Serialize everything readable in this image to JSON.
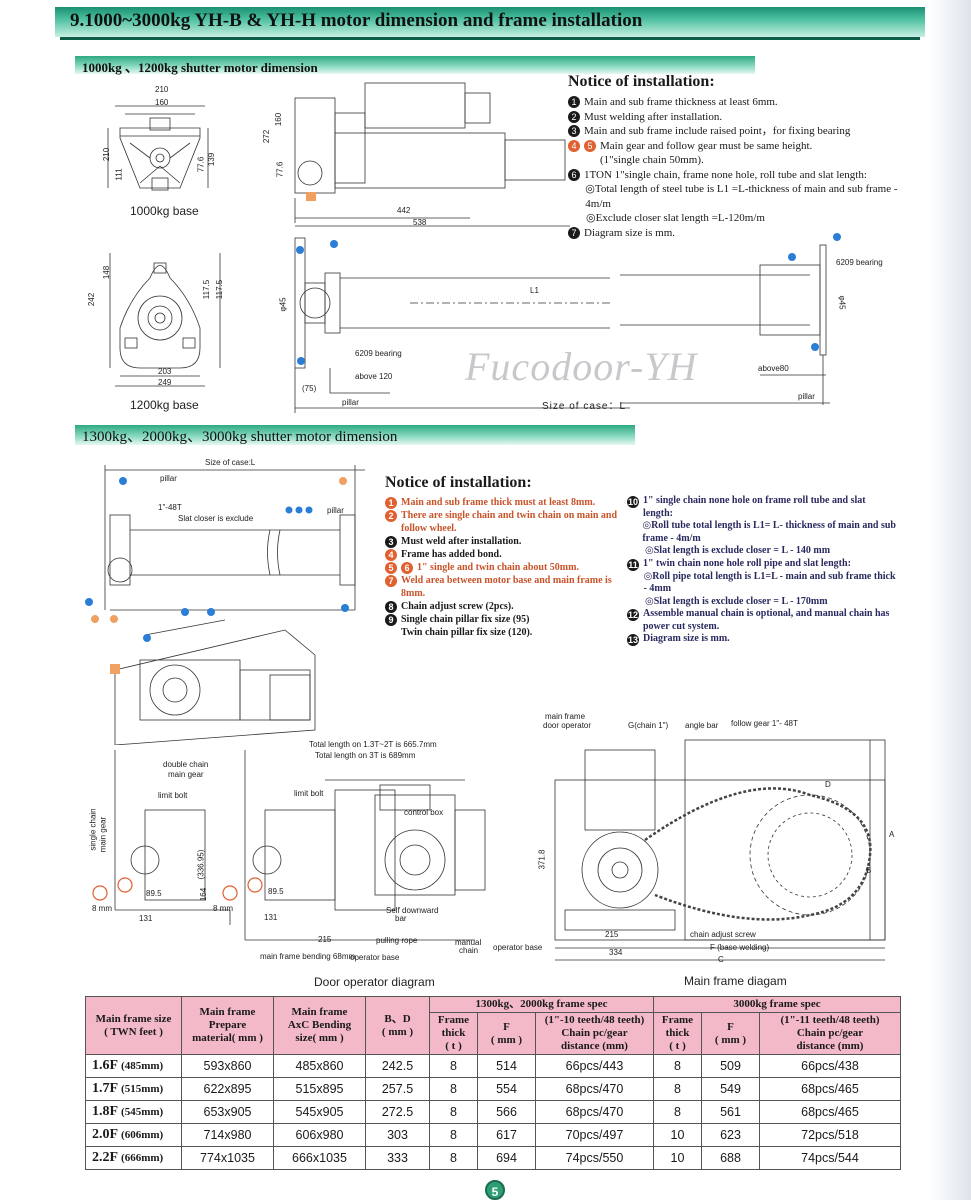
{
  "header": {
    "title": "9.1000~3000kg YH-B & YH-H motor dimension and frame installation"
  },
  "section1": {
    "title": "1000kg 、1200kg shutter motor dimension",
    "base1_label": "1000kg base",
    "base2_label": "1200kg base",
    "notice_title": "Notice of installation:",
    "notices": [
      {
        "num": "1",
        "text": "Main and sub frame thickness at least 6mm."
      },
      {
        "num": "2",
        "text": "Must welding after installation."
      },
      {
        "num": "3",
        "text": "Main and sub frame  include raised point，for fixing bearing"
      },
      {
        "num": "4 5",
        "text": "Main gear and follow gear must be same  height.\n(1\"single chain 50mm)."
      },
      {
        "num": "6",
        "text": "1TON 1\"single chain, frame none hole, roll tube and slat length:"
      },
      {
        "num": "",
        "text": "◎Total  length of steel tube is L1 =L-thickness of main and sub frame - 4m/m"
      },
      {
        "num": "",
        "text": "◎Exclude closer slat length =L-120m/m"
      },
      {
        "num": "7",
        "text": "Diagram size is mm."
      }
    ],
    "dims": {
      "d210": "210",
      "d160": "160",
      "d272": "272",
      "d160v": "160",
      "d210v": "210",
      "d111": "111",
      "d776": "77.6",
      "d139": "139",
      "d442": "442",
      "d538": "538",
      "d776b": "77.6",
      "d148": "148",
      "d242": "242",
      "d1175a": "117.5",
      "d1175b": "117.5",
      "d203": "203",
      "d249": "249",
      "phi45": "φ45",
      "phi45b": "φ45",
      "L1": "L1",
      "bearing1": "6209 bearing",
      "bearing2": "6209 bearing",
      "above120": "above 120",
      "above80": "above80",
      "d75": "(75)",
      "pillar1": "pillar",
      "pillar2": "pillar",
      "size_case": "Size of case：L"
    },
    "watermark": "Fucodoor-YH"
  },
  "section2": {
    "title": "1300kg、2000kg、3000kg shutter motor dimension",
    "notice_title": "Notice of installation:",
    "notices_left": [
      {
        "num": "1",
        "orange": true,
        "text": "Main and sub frame thick must at least 8mm."
      },
      {
        "num": "2",
        "orange": true,
        "text": "There are single chain and twin chain on main and follow wheel."
      },
      {
        "num": "3",
        "orange": false,
        "text": "Must weld after installation."
      },
      {
        "num": "4",
        "orange": false,
        "text": "Frame has added bond."
      },
      {
        "num": "5 6",
        "orange": true,
        "text": "1\" single and twin chain about 50mm."
      },
      {
        "num": "7",
        "orange": true,
        "text": "Weld area between motor base and main frame is 8mm."
      },
      {
        "num": "8",
        "orange": false,
        "text": "Chain adjust screw (2pcs)."
      },
      {
        "num": "9",
        "orange": false,
        "text": "Single chain pillar  fix size  (95)\nTwin chain pillar  fix size  (120)."
      }
    ],
    "notices_right": [
      {
        "num": "10",
        "text": "1\" single chain none hole on frame roll tube and slat length:"
      },
      {
        "num": "",
        "text": "◎Roll tube total length is L1= L- thickness  of main and sub frame - 4m/m"
      },
      {
        "num": "",
        "text": "◎Slat length is exclude closer = L - 140 mm"
      },
      {
        "num": "11",
        "text": "1\" twin chain none hole roll pipe and slat length:"
      },
      {
        "num": "",
        "text": "◎Roll pipe total length is L1=L - main and sub frame thick - 4mm"
      },
      {
        "num": "",
        "text": "◎Slat length is exclude closer = L - 170mm"
      },
      {
        "num": "12",
        "text": "Assemble manual chain is optional, and manual chain has power cut system."
      },
      {
        "num": "13",
        "text": "Diagram size is mm."
      }
    ],
    "labels": {
      "size_case": "Size of case:L",
      "pillar_a": "pillar",
      "pillar_b": "pillar",
      "t48": "1\"-48T",
      "slat_closer": "Slat closer is exclude",
      "total_len1": "Total length on 1.3T~2T is 665.7mm",
      "total_len2": "Total length on 3T is 689mm",
      "double_chain": "double chain",
      "main_gear": "main gear",
      "limit_bolt1": "limit bolt",
      "limit_bolt2": "limit bolt",
      "single_chain": "single chain",
      "main_gear2": "main gear",
      "control_box": "control box",
      "d895a": "89.5",
      "d895b": "89.5",
      "d131a": "131",
      "d131b": "131",
      "d8mm_a": "8 mm",
      "d8mm_b": "8 mm",
      "d164": "164",
      "d33695": "(336.95)",
      "d215": "215",
      "self_down": "Self downward",
      "bar": "bar",
      "pulling_rope": "pulling rope",
      "manual": "manual",
      "chain": "chain",
      "operator_base1": "operator base",
      "bending": "main frame bending 68mm",
      "operator_base2": "operator base",
      "mf_door_op1": "main frame",
      "mf_door_op2": "door operator",
      "g_chain": "G(chain 1\")",
      "angle_bar": "angle bar",
      "follow_gear": "follow gear 1\"- 48T",
      "d3718": "371.8",
      "dD": "D",
      "dA": "A",
      "dB": "B",
      "d215b": "215",
      "d334": "334",
      "chain_adjust": "chain adjust screw",
      "f_base": "F (base welding)",
      "dC": "C"
    },
    "caption_left": "Door operator diagram",
    "caption_right": "Main frame diagam"
  },
  "table": {
    "headers": {
      "size": "Main frame size\n( TWN feet )",
      "prepare": "Main frame\nPrepare\nmaterial( mm )",
      "axc": "Main frame\nAxC Bending\nsize( mm )",
      "bd": "B、D\n( mm )",
      "spec1300": "1300kg、2000kg frame spec",
      "spec3000": "3000kg frame spec",
      "thick": "Frame\nthick\n( t )",
      "f": "F\n( mm )",
      "chain10": "(1\"-10 teeth/48 teeth)\nChain pc/gear\ndistance (mm)",
      "thick2": "Frame\nthick\n( t )",
      "f2": "F\n( mm )",
      "chain11": "(1\"-11 teeth/48 teeth)\nChain pc/gear\ndistance (mm)"
    },
    "rows": [
      {
        "size": "1.6F",
        "mm": "(485mm)",
        "prepare": "593x860",
        "axc": "485x860",
        "bd": "242.5",
        "t1": "8",
        "f1": "514",
        "c1": "66pcs/443",
        "t2": "8",
        "f2": "509",
        "c2": "66pcs/438"
      },
      {
        "size": "1.7F",
        "mm": "(515mm)",
        "prepare": "622x895",
        "axc": "515x895",
        "bd": "257.5",
        "t1": "8",
        "f1": "554",
        "c1": "68pcs/470",
        "t2": "8",
        "f2": "549",
        "c2": "68pcs/465"
      },
      {
        "size": "1.8F",
        "mm": "(545mm)",
        "prepare": "653x905",
        "axc": "545x905",
        "bd": "272.5",
        "t1": "8",
        "f1": "566",
        "c1": "68pcs/470",
        "t2": "8",
        "f2": "561",
        "c2": "68pcs/465"
      },
      {
        "size": "2.0F",
        "mm": "(606mm)",
        "prepare": "714x980",
        "axc": "606x980",
        "bd": "303",
        "t1": "8",
        "f1": "617",
        "c1": "70pcs/497",
        "t2": "10",
        "f2": "623",
        "c2": "72pcs/518"
      },
      {
        "size": "2.2F",
        "mm": "(666mm)",
        "prepare": "774x1035",
        "axc": "666x1035",
        "bd": "333",
        "t1": "8",
        "f1": "694",
        "c1": "74pcs/550",
        "t2": "10",
        "f2": "688",
        "c2": "74pcs/544"
      }
    ]
  },
  "page_number": "5"
}
